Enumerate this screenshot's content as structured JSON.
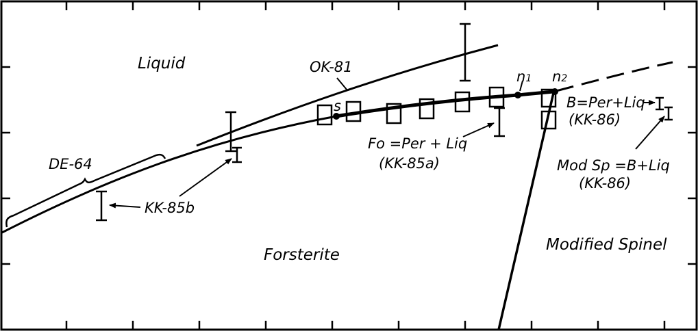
{
  "regions": {
    "liquid": "Liquid",
    "forsterite": "Forsterite",
    "modified_spinel": "Modified Spinel"
  },
  "curves": {
    "ok81": "OK-81",
    "de64": "DE-64"
  },
  "points": {
    "s": "s",
    "n1": "n",
    "n1_sub": "1",
    "n2": "n",
    "n2_sub": "2"
  },
  "annotations": {
    "kk85b": "KK-85b",
    "fo_reaction": "Fo =Per + Liq",
    "fo_ref": "(KK-85a)",
    "b_reaction": "B=Per+Liq",
    "b_ref": "(KK-86)",
    "modsp_reaction": "Mod Sp =B+Liq",
    "modsp_ref": "(KK-86)"
  }
}
